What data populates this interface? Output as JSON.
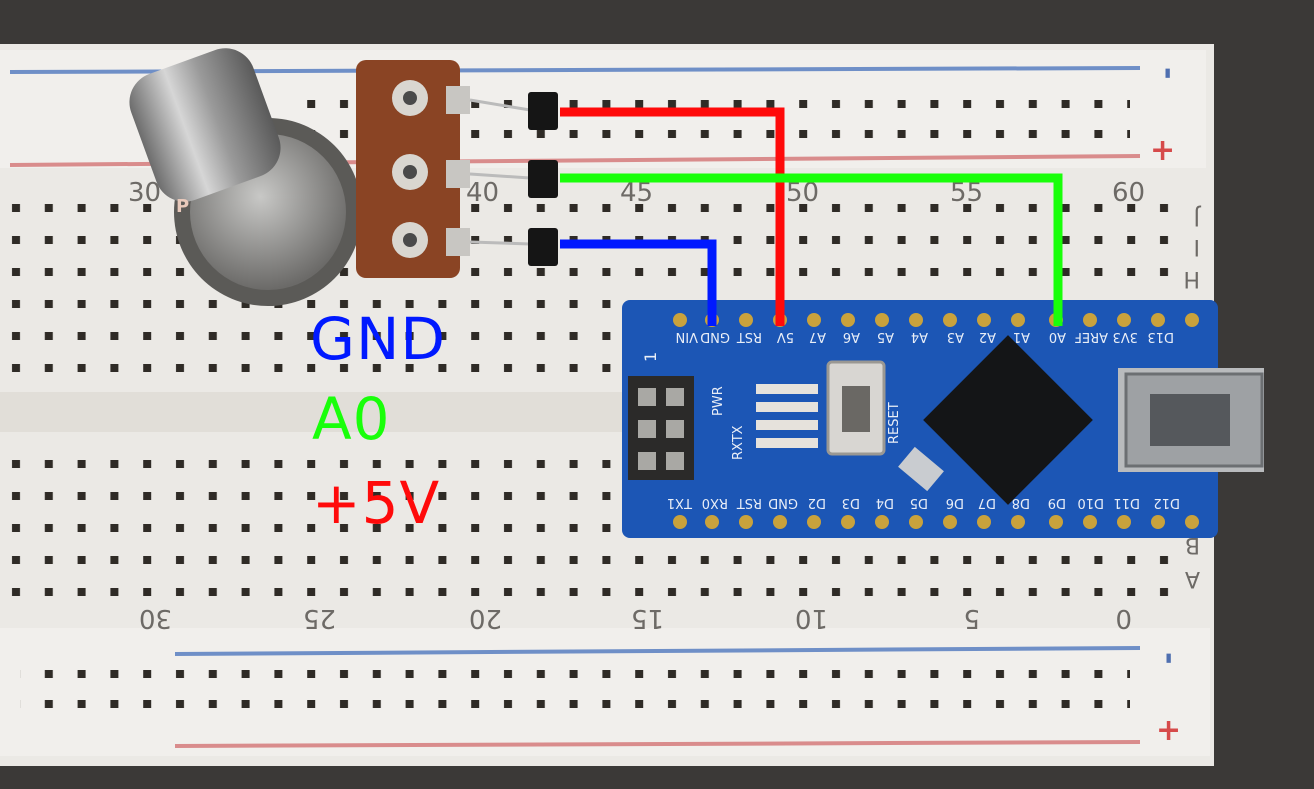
{
  "labels": {
    "gnd": "GND",
    "a0": "A0",
    "vcc": "+5V"
  },
  "colors": {
    "gnd_wire": "#0019ff",
    "a0_wire": "#19ff0a",
    "vcc_wire": "#ff0a0a",
    "board": "#1d58b8",
    "breadboard": "#ebe8e3"
  },
  "breadboard": {
    "top_numbers": [
      "30",
      "40",
      "45",
      "50",
      "55",
      "60"
    ],
    "bottom_numbers": [
      "30",
      "25",
      "20",
      "15",
      "10",
      "5",
      "0"
    ],
    "row_letters_right": [
      "J",
      "I",
      "H",
      "B",
      "A"
    ],
    "rail_signs": [
      "-",
      "+",
      "-",
      "+"
    ]
  },
  "arduino": {
    "top_pins": [
      "VIN",
      "GND",
      "RST",
      "5V",
      "A7",
      "A6",
      "A5",
      "A4",
      "A3",
      "A2",
      "A1",
      "A0",
      "AREF",
      "3V3",
      "D13"
    ],
    "bottom_pins": [
      "TX1",
      "RX0",
      "RST",
      "GND",
      "D2",
      "D3",
      "D4",
      "D5",
      "D6",
      "D7",
      "D8",
      "D9",
      "D10",
      "D11",
      "D12"
    ],
    "reset_label": "RESET",
    "pwr_label": "PWR",
    "rxtx_label": "RXTX",
    "pin_one": "1"
  },
  "potentiometer": {
    "letter": "P"
  }
}
